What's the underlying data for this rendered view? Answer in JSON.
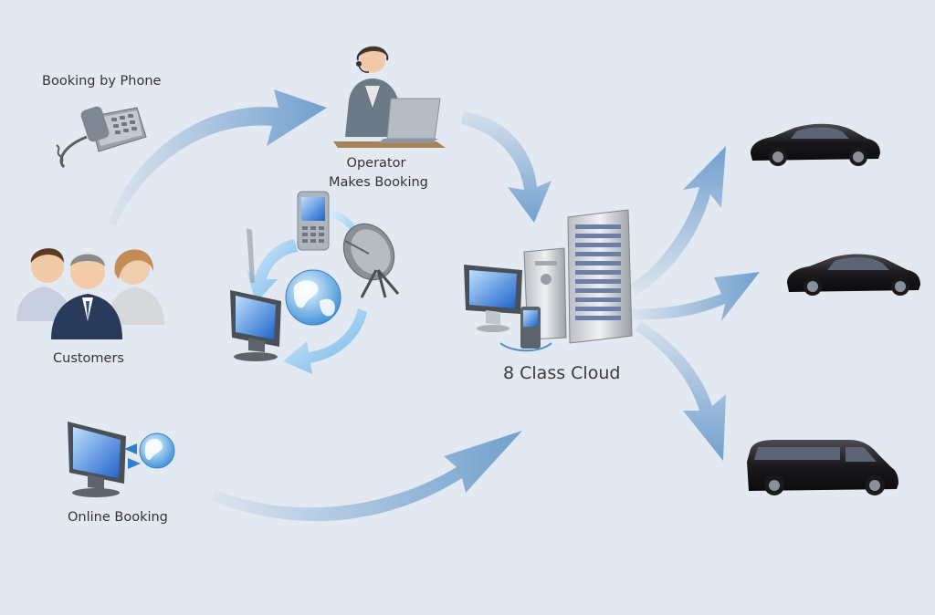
{
  "labels": {
    "booking_by_phone": "Booking by Phone",
    "operator_line1": "Operator",
    "operator_line2": "Makes Booking",
    "customers": "Customers",
    "online_booking": "Online Booking",
    "cloud": "8 Class Cloud"
  },
  "icons": [
    "telephone-icon",
    "operator-icon",
    "customers-icon",
    "online-booking-icon",
    "mobile-phone-icon",
    "satellite-dish-icon",
    "monitor-icon",
    "globe-icon",
    "server-cloud-icon",
    "sedan-car-icon",
    "limousine-car-icon",
    "van-icon"
  ],
  "colors": {
    "background": "#e3e9f0",
    "arrow": "#5e93c8",
    "vehicle": "#1c1c1f"
  }
}
